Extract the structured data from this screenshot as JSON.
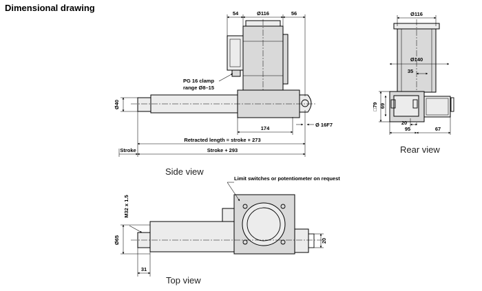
{
  "heading": "Dimensional drawing",
  "views": {
    "side": "Side view",
    "rear": "Rear view",
    "top": "Top view"
  },
  "side_view": {
    "dim_54": "54",
    "dim_d116": "Ø116",
    "dim_56": "56",
    "pg_note_line1": "PG 16 clamp",
    "pg_note_line2": "range Ø8–15",
    "dim_d40": "Ø40",
    "dim_174": "174",
    "dim_d16f7": "Ø 16F7",
    "retracted": "Retracted length = stroke + 273",
    "stroke": "Stroke",
    "stroke_293": "Stroke + 293"
  },
  "rear_view": {
    "dim_d116": "Ø116",
    "dim_d140": "Ø140",
    "dim_35": "35",
    "dim_sq79": "□79",
    "dim_69": "69",
    "dim_20": "20",
    "dim_95": "95",
    "dim_67": "67"
  },
  "top_view": {
    "limit_note": "Limit switches or potentiometer on request",
    "dim_m32": "M32 x 1.5",
    "dim_d65": "Ø65",
    "dim_31": "31",
    "dim_20": "20"
  }
}
